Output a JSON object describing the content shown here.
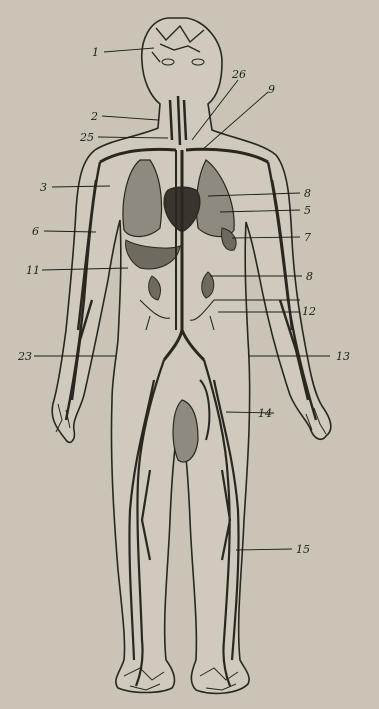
{
  "labels": {
    "l1": "1",
    "l2": "2",
    "l3": "3",
    "l5": "5",
    "l6": "6",
    "l7": "7",
    "l8a": "8",
    "l8b": "8",
    "l9": "9",
    "l11": "11",
    "l12": "12",
    "l13": "13",
    "l14": "14",
    "l15": "15",
    "l23": "23",
    "l25": "25",
    "l26": "26"
  },
  "colors": {
    "paper": "#c9c4b6",
    "ink": "#1e1c18",
    "body_fill": "#cfcabd",
    "vessel_dark": "#2a2620",
    "organ_fill": "#8f8a80"
  }
}
